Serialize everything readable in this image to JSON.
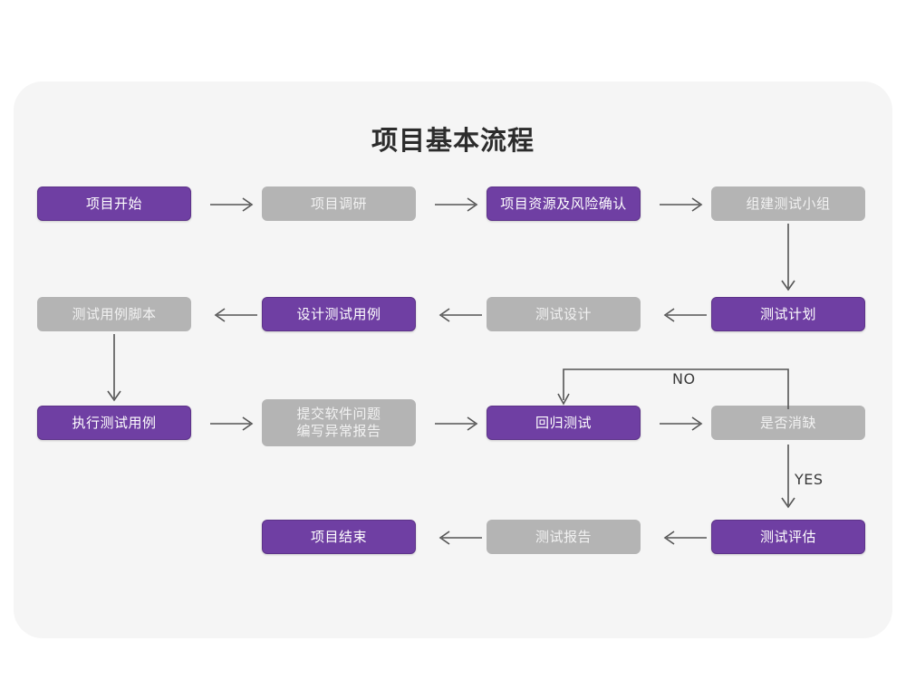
{
  "chart_data": {
    "type": "diagram",
    "title": "项目基本流程",
    "diagram_kind": "flowchart",
    "colors": {
      "canvas": "#f5f5f5",
      "page": "#ffffff",
      "purple_node": "#6f3fa3",
      "gray_node": "#b4b4b4",
      "purple_text": "#ffffff",
      "gray_text": "#f2f2f2",
      "arrow": "#555555",
      "title_text": "#2c2c2c"
    },
    "nodes": [
      {
        "id": "n1",
        "label": "项目开始",
        "style": "purple",
        "row": 1,
        "col": 1
      },
      {
        "id": "n2",
        "label": "项目调研",
        "style": "gray",
        "row": 1,
        "col": 2
      },
      {
        "id": "n3",
        "label": "项目资源及风险确认",
        "style": "purple",
        "row": 1,
        "col": 3
      },
      {
        "id": "n4",
        "label": "组建测试小组",
        "style": "gray",
        "row": 1,
        "col": 4
      },
      {
        "id": "n5",
        "label": "测试用例脚本",
        "style": "gray",
        "row": 2,
        "col": 1
      },
      {
        "id": "n6",
        "label": "设计测试用例",
        "style": "purple",
        "row": 2,
        "col": 2
      },
      {
        "id": "n7",
        "label": "测试设计",
        "style": "gray",
        "row": 2,
        "col": 3
      },
      {
        "id": "n8",
        "label": "测试计划",
        "style": "purple",
        "row": 2,
        "col": 4
      },
      {
        "id": "n9",
        "label": "执行测试用例",
        "style": "purple",
        "row": 3,
        "col": 1
      },
      {
        "id": "n10",
        "label": "提交软件问题\n编写异常报告",
        "style": "gray",
        "row": 3,
        "col": 2
      },
      {
        "id": "n11",
        "label": "回归测试",
        "style": "purple",
        "row": 3,
        "col": 3
      },
      {
        "id": "n12",
        "label": "是否消缺",
        "style": "gray",
        "row": 3,
        "col": 4
      },
      {
        "id": "n13",
        "label": "项目结束",
        "style": "purple",
        "row": 4,
        "col": 2
      },
      {
        "id": "n14",
        "label": "测试报告",
        "style": "gray",
        "row": 4,
        "col": 3
      },
      {
        "id": "n15",
        "label": "测试评估",
        "style": "purple",
        "row": 4,
        "col": 4
      }
    ],
    "edges": [
      {
        "from": "n1",
        "to": "n2",
        "direction": "right",
        "label": ""
      },
      {
        "from": "n2",
        "to": "n3",
        "direction": "right",
        "label": ""
      },
      {
        "from": "n3",
        "to": "n4",
        "direction": "right",
        "label": ""
      },
      {
        "from": "n4",
        "to": "n8",
        "direction": "down",
        "label": ""
      },
      {
        "from": "n8",
        "to": "n7",
        "direction": "left",
        "label": ""
      },
      {
        "from": "n7",
        "to": "n6",
        "direction": "left",
        "label": ""
      },
      {
        "from": "n6",
        "to": "n5",
        "direction": "left",
        "label": ""
      },
      {
        "from": "n5",
        "to": "n9",
        "direction": "down",
        "label": ""
      },
      {
        "from": "n9",
        "to": "n10",
        "direction": "right",
        "label": ""
      },
      {
        "from": "n10",
        "to": "n11",
        "direction": "right",
        "label": ""
      },
      {
        "from": "n11",
        "to": "n12",
        "direction": "right",
        "label": ""
      },
      {
        "from": "n12",
        "to": "n11",
        "direction": "loop-up-left",
        "label": "NO"
      },
      {
        "from": "n12",
        "to": "n15",
        "direction": "down",
        "label": "YES"
      },
      {
        "from": "n15",
        "to": "n14",
        "direction": "left",
        "label": ""
      },
      {
        "from": "n14",
        "to": "n13",
        "direction": "left",
        "label": ""
      }
    ],
    "edge_labels": [
      "NO",
      "YES"
    ]
  },
  "labels": {
    "no": "NO",
    "yes": "YES"
  }
}
